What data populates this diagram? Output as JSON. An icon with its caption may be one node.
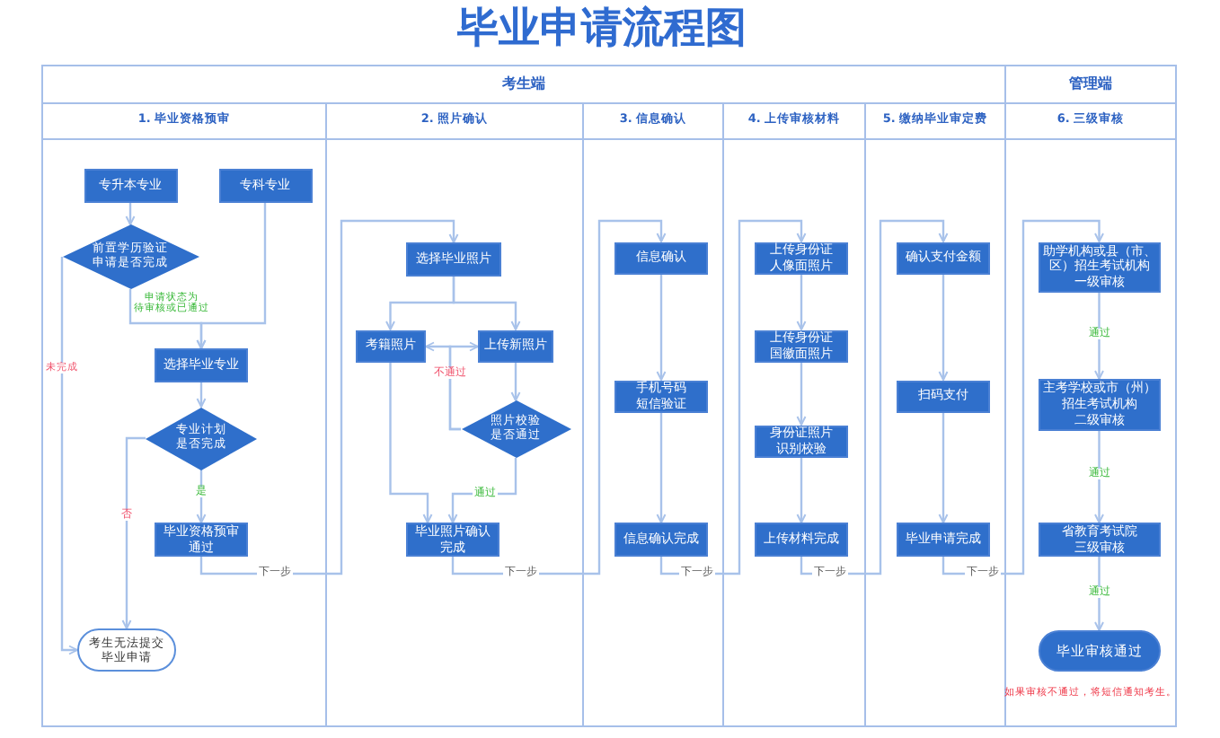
{
  "diagram": {
    "title": "毕业申请流程图",
    "nodes": [
      {
        "text": [
          "考生端"
        ]
      },
      {
        "text": [
          "1. 毕业资格预审"
        ],
        "in": 0
      },
      {
        "text": [
          "专升本专业"
        ],
        "in": 1
      },
      {
        "text": [
          "专科专业"
        ],
        "in": 1
      },
      {
        "text": [
          "前置学历验证申请是否完成"
        ],
        "in": 1
      },
      {
        "text": [
          "选择毕业专业"
        ],
        "in": 1
      },
      {
        "text": [
          "专业计划是否完成"
        ],
        "in": 1
      },
      {
        "text": [
          "毕业资格预审通过"
        ],
        "in": 1
      },
      {
        "text": [
          "考生无法提交毕业申请"
        ],
        "in": 1
      },
      {
        "text": [
          "2. 照片确认"
        ],
        "in": 0
      },
      {
        "text": [
          "选择毕业照片"
        ],
        "in": 9
      },
      {
        "text": [
          "考籍照片"
        ],
        "in": 9
      },
      {
        "text": [
          "上传新照片"
        ],
        "in": 9
      },
      {
        "text": [
          "照片校验是否通过"
        ],
        "in": 9
      },
      {
        "text": [
          "毕业照片确认完成"
        ],
        "in": 9
      },
      {
        "text": [
          "3. 信息确认"
        ],
        "in": 0
      },
      {
        "text": [
          "信息确认"
        ],
        "in": 15
      },
      {
        "text": [
          "手机号码短信验证"
        ],
        "in": 15
      },
      {
        "text": [
          "信息确认完成"
        ],
        "in": 15
      },
      {
        "text": [
          "4. 上传审核材料"
        ],
        "in": 0
      },
      {
        "text": [
          "上传身份证人像面照片"
        ],
        "in": 19
      },
      {
        "text": [
          "上传身份证国徽面照片"
        ],
        "in": 19
      },
      {
        "text": [
          "身份证照片识别校验"
        ],
        "in": 19
      },
      {
        "text": [
          "上传材料完成"
        ],
        "in": 19
      },
      {
        "text": [
          "5. 缴纳毕业审定费"
        ],
        "in": 0
      },
      {
        "text": [
          "确认支付金额"
        ],
        "in": 24
      },
      {
        "text": [
          "扫码支付"
        ],
        "in": 24
      },
      {
        "text": [
          "毕业申请完成"
        ],
        "in": 24
      },
      {
        "text": [
          "管理端"
        ]
      },
      {
        "text": [
          "6. 三级审核"
        ],
        "in": 28
      },
      {
        "text": [
          "助学机构或县（市、区）招生考试机构一级审核"
        ],
        "in": 29
      },
      {
        "text": [
          "主考学校或市（州）招生考试机构二级审核"
        ],
        "in": 29
      },
      {
        "text": [
          "省教育考试院三级审核"
        ],
        "in": 29
      },
      {
        "text": [
          "毕业审核通过"
        ],
        "in": 29
      }
    ],
    "edges": [
      {
        "from": 2,
        "to": 4,
        "arrow": "to"
      },
      {
        "from": 3,
        "to": 5,
        "arrow": "to"
      },
      {
        "from": 4,
        "to": 5,
        "arrow": "to",
        "label": "申请状态为待审核或已通过"
      },
      {
        "from": 4,
        "to": 8,
        "arrow": "to",
        "label": "未完成"
      },
      {
        "from": 5,
        "to": 6,
        "arrow": "to"
      },
      {
        "from": 6,
        "to": 7,
        "arrow": "to",
        "label": "是"
      },
      {
        "from": 6,
        "to": 8,
        "arrow": "to",
        "label": "否"
      },
      {
        "from": 7,
        "to": 10,
        "arrow": "to",
        "label": "下一步"
      },
      {
        "from": 10,
        "to": 11,
        "arrow": "to"
      },
      {
        "from": 10,
        "to": 12,
        "arrow": "to"
      },
      {
        "from": 12,
        "to": 13,
        "arrow": "to"
      },
      {
        "from": 13,
        "to": 11,
        "arrow": "to",
        "label": "不通过"
      },
      {
        "from": 13,
        "to": 12,
        "arrow": "to"
      },
      {
        "from": 13,
        "to": 14,
        "arrow": "to",
        "label": "通过"
      },
      {
        "from": 11,
        "to": 14,
        "arrow": "to"
      },
      {
        "from": 14,
        "to": 16,
        "arrow": "to",
        "label": "下一步"
      },
      {
        "from": 16,
        "to": 17,
        "arrow": "to"
      },
      {
        "from": 17,
        "to": 18,
        "arrow": "to"
      },
      {
        "from": 18,
        "to": 20,
        "arrow": "to",
        "label": "下一步"
      },
      {
        "from": 20,
        "to": 21,
        "arrow": "to"
      },
      {
        "from": 21,
        "to": 22,
        "arrow": "to"
      },
      {
        "from": 22,
        "to": 23,
        "arrow": "to"
      },
      {
        "from": 23,
        "to": 25,
        "arrow": "to",
        "label": "下一步"
      },
      {
        "from": 25,
        "to": 26,
        "arrow": "to"
      },
      {
        "from": 26,
        "to": 27,
        "arrow": "to"
      },
      {
        "from": 27,
        "to": 30,
        "arrow": "to",
        "label": "下一步"
      },
      {
        "from": 30,
        "to": 31,
        "arrow": "to",
        "label": "通过"
      },
      {
        "from": 31,
        "to": 32,
        "arrow": "to",
        "label": "通过"
      },
      {
        "from": 32,
        "to": 33,
        "arrow": "to",
        "label": "通过"
      }
    ],
    "labels": [
      "如果审核不通过，将短信通知考生。"
    ]
  }
}
